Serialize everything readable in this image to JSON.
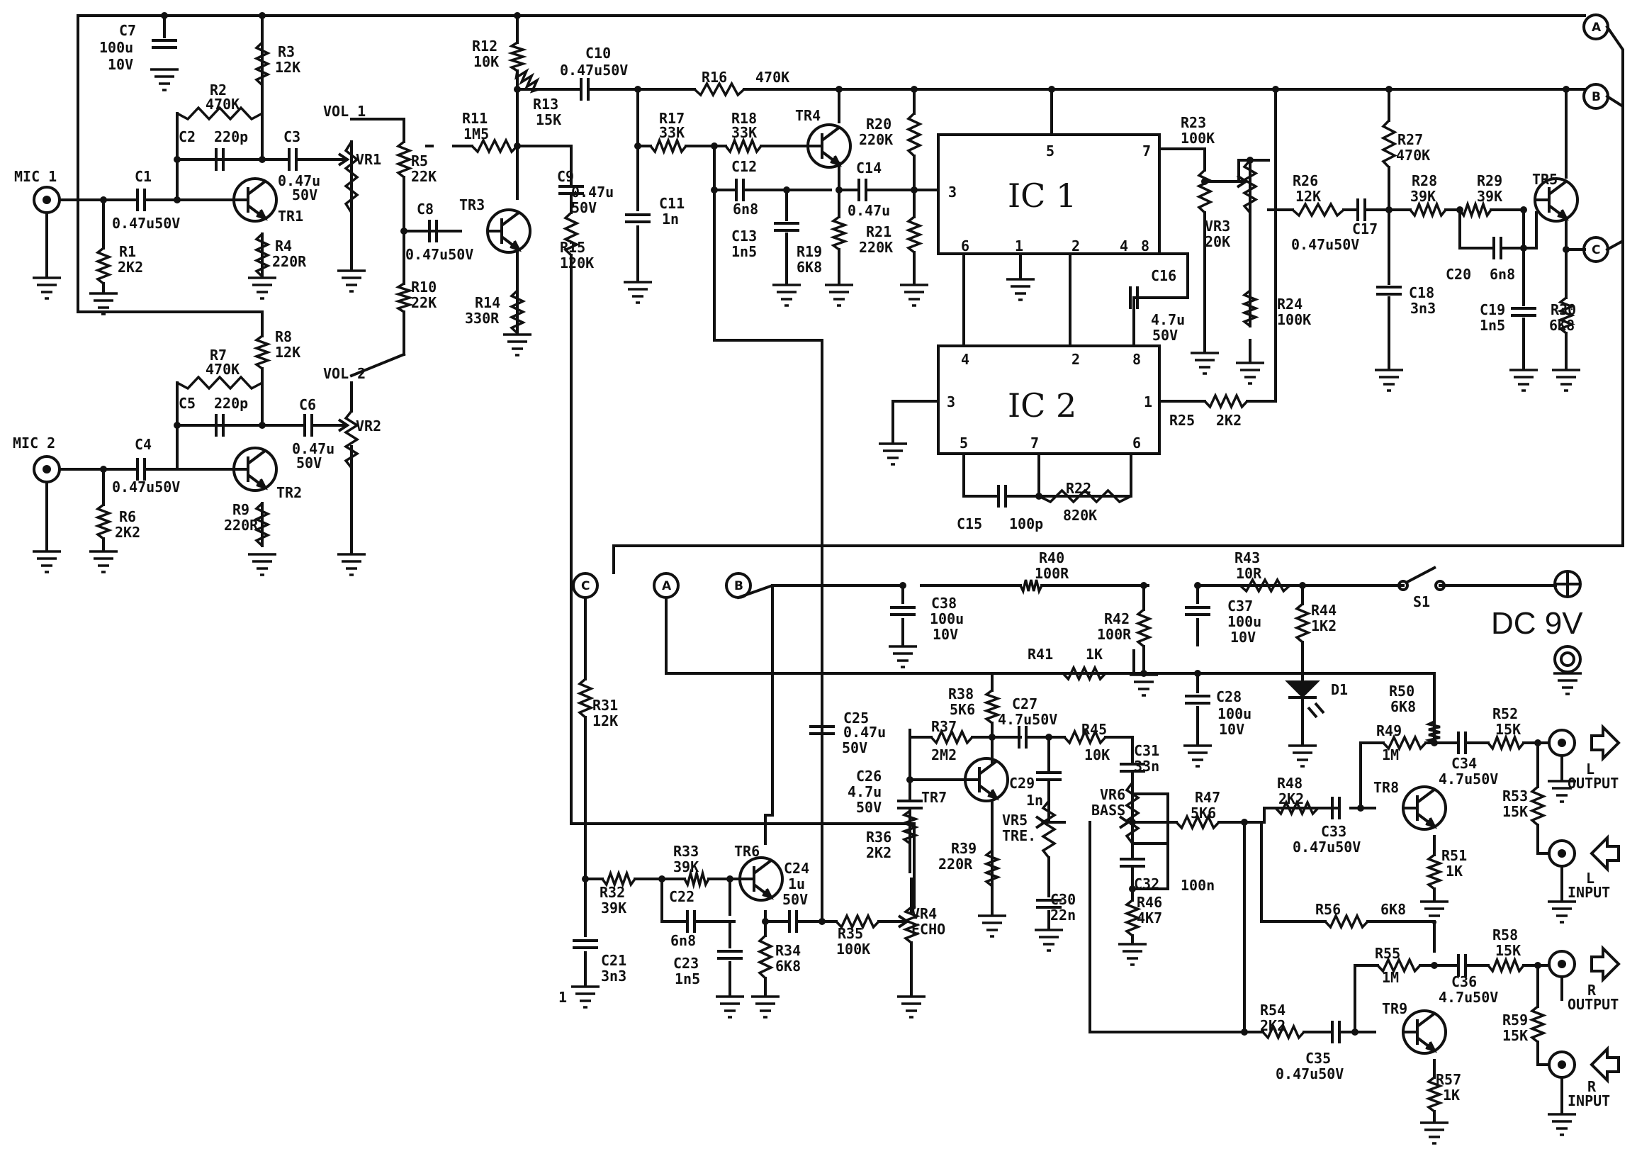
{
  "labels": {
    "c7": "C7",
    "c7v": "100u",
    "c7w": "10V",
    "r3": "R3",
    "r3v": "12K",
    "r12": "R12",
    "r12v": "10K",
    "c10": "C10",
    "c10v": "0.47u50V",
    "r16": "R16",
    "r16v": "470K",
    "r13": "R13",
    "r13v": "15K",
    "r2": "R2",
    "r2v": "470K",
    "c2": "C2",
    "c2v": "220p",
    "c3": "C3",
    "c3v": "0.47u",
    "c3w": "50V",
    "vol1": "VOL 1",
    "vr1": "VR1",
    "r5": "R5",
    "r5v": "22K",
    "r11": "R11",
    "r11v": "1M5",
    "tr3": "TR3",
    "c9": "C9",
    "c9v": "0.47u",
    "c9w": "50V",
    "mic1": "MIC 1",
    "c1": "C1",
    "c1v": "0.47u50V",
    "tr1": "TR1",
    "c8": "C8",
    "c8v": "0.47u50V",
    "r1": "R1",
    "r1v": "2K2",
    "r4": "R4",
    "r4v": "220R",
    "r10": "R10",
    "r10v": "22K",
    "r15": "R15",
    "r15v": "120K",
    "r14": "R14",
    "r14v": "330R",
    "r8": "R8",
    "r8v": "12K",
    "r7": "R7",
    "r7v": "470K",
    "vol2": "VOL 2",
    "vr2": "VR2",
    "c5": "C5",
    "c5v": "220p",
    "c6": "C6",
    "c6v": "0.47u",
    "c6w": "50V",
    "mic2": "MIC 2",
    "c4": "C4",
    "c4v": "0.47u50V",
    "tr2": "TR2",
    "r6": "R6",
    "r6v": "2K2",
    "r9": "R9",
    "r9v": "220R",
    "r17": "R17",
    "r17v": "33K",
    "r18": "R18",
    "r18v": "33K",
    "tr4": "TR4",
    "r20": "R20",
    "r20v": "220K",
    "c12": "C12",
    "c12v": "6n8",
    "c14": "C14",
    "c14v": "0.47u",
    "c11": "C11",
    "c11v": "1n",
    "c13": "C13",
    "c13v": "1n5",
    "r19": "R19",
    "r19v": "6K8",
    "r21": "R21",
    "r21v": "220K",
    "ic1": "IC 1",
    "ic2": "IC 2",
    "r23": "R23",
    "r23v": "100K",
    "vr3": "VR3",
    "vr3v": "20K",
    "c16": "C16",
    "c16v": "4.7u",
    "c16w": "50V",
    "r24": "R24",
    "r24v": "100K",
    "r25": "R25",
    "r25v": "2K2",
    "c15": "C15",
    "c15v": "100p",
    "r22": "R22",
    "r22v": "820K",
    "r27": "R27",
    "r27v": "470K",
    "r26": "R26",
    "r26v": "12K",
    "r28": "R28",
    "r28v": "39K",
    "r29": "R29",
    "r29v": "39K",
    "tr5": "TR5",
    "c17": "C17",
    "c17v": "0.47u50V",
    "c18": "C18",
    "c18v": "3n3",
    "c20": "C20",
    "c20v": "6n8",
    "c19": "C19",
    "c19v": "1n5",
    "r30": "R30",
    "r30v": "6K8",
    "r40": "R40",
    "r40v": "100R",
    "r43": "R43",
    "r43v": "10R",
    "s1": "S1",
    "c38": "C38",
    "c38v": "100u",
    "c38w": "10V",
    "r42": "R42",
    "r42v": "100R",
    "c37": "C37",
    "c37v": "100u",
    "c37w": "10V",
    "r44": "R44",
    "r44v": "1K2",
    "dc": "DC 9V",
    "r41": "R41",
    "r41v": "1K",
    "d1": "D1",
    "c28": "C28",
    "c28v": "100u",
    "c28w": "10V",
    "r31": "R31",
    "r31v": "12K",
    "r38": "R38",
    "r38v": "5K6",
    "c27": "C27",
    "c27v": "4.7u50V",
    "c25": "C25",
    "c25v": "0.47u",
    "c25w": "50V",
    "r37": "R37",
    "r37v": "2M2",
    "r45": "R45",
    "r45v": "10K",
    "c31": "C31",
    "c31v": "33n",
    "r50": "R50",
    "r50v": "6K8",
    "r52": "R52",
    "r52v": "15K",
    "r49": "R49",
    "r49v": "1M",
    "c34": "C34",
    "c34v": "4.7u50V",
    "l_output": "OUTPUT",
    "l_out_l": "L",
    "c26": "C26",
    "c26v": "4.7u",
    "c26w": "50V",
    "tr7": "TR7",
    "c29": "C29",
    "c29v": "1n",
    "vr6": "VR6",
    "vr6v": "BASS",
    "r47": "R47",
    "r47v": "5K6",
    "r48": "R48",
    "r48v": "2K2",
    "tr8": "TR8",
    "r53": "R53",
    "r53v": "15K",
    "vr5": "VR5",
    "vr5v": "TRE.",
    "c33": "C33",
    "c33v": "0.47u50V",
    "r36": "R36",
    "r36v": "2K2",
    "r51": "R51",
    "r51v": "1K",
    "l_input": "INPUT",
    "l_in_l": "L",
    "r39": "R39",
    "r39v": "220R",
    "r33": "R33",
    "r33v": "39K",
    "tr6": "TR6",
    "c24": "C24",
    "c24v": "1u",
    "c24w": "50V",
    "r32": "R32",
    "r32v": "39K",
    "c22": "C22",
    "c22v": "6n8",
    "c32": "C32",
    "c32v": "100n",
    "vr4": "VR4",
    "vr4v": "ECHO",
    "c30": "C30",
    "c30v": "22n",
    "r46": "R46",
    "r46v": "4K7",
    "r56": "R56",
    "r56v": "6K8",
    "r35": "R35",
    "r35v": "100K",
    "r34": "R34",
    "r34v": "6K8",
    "c21": "C21",
    "c21v": "3n3",
    "c23": "C23",
    "c23v": "1n5",
    "r58": "R58",
    "r58v": "15K",
    "r55": "R55",
    "r55v": "1M",
    "c36": "C36",
    "c36v": "4.7u50V",
    "r_output": "OUTPUT",
    "r_out_r": "R",
    "tr9": "TR9",
    "r54": "R54",
    "r54v": "2K2",
    "r59": "R59",
    "r59v": "15K",
    "c35": "C35",
    "c35v": "0.47u50V",
    "r57": "R57",
    "r57v": "1K",
    "r_input": "INPUT",
    "r_in_r": "R",
    "stray1": "1"
  },
  "nodes": {
    "a": "A",
    "b": "B",
    "c": "C"
  },
  "pins": {
    "ic1_top": "5",
    "ic1_7": "7",
    "ic1_3": "3",
    "ic1_6": "6",
    "ic1_1": "1",
    "ic1_2": "2",
    "ic1_4": "4",
    "ic1_8": "8",
    "ic2_4": "4",
    "ic2_2": "2",
    "ic2_8": "8",
    "ic2_3": "3",
    "ic2_1": "1",
    "ic2_5": "5",
    "ic2_7": "7",
    "ic2_6": "6"
  }
}
